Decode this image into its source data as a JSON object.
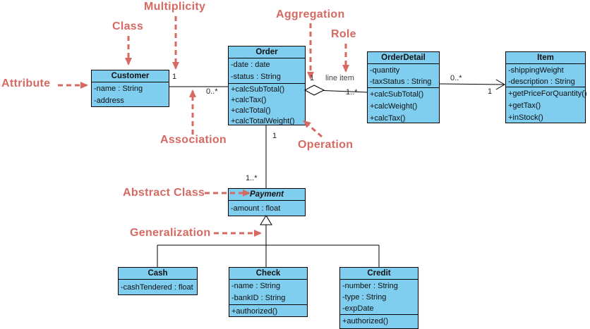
{
  "diagram": {
    "type": "uml-class-diagram",
    "colors": {
      "class_fill": "#7FCDEF",
      "class_border": "#000000",
      "class_text": "#111111",
      "annotation_red": "#D66A62",
      "connector_black": "#000000",
      "role_text": "#444444"
    }
  },
  "classes": [
    {
      "id": "customer",
      "title": "Customer",
      "abstract": false,
      "attributes": [
        "-name : String",
        "-address"
      ],
      "operations": []
    },
    {
      "id": "order",
      "title": "Order",
      "abstract": false,
      "attributes": [
        "-date : date",
        "-status : String"
      ],
      "operations": [
        "+calcSubTotal()",
        "+calcTax()",
        "+calcTotal()",
        "+calcTotalWeight()"
      ]
    },
    {
      "id": "order_detail",
      "title": "OrderDetail",
      "abstract": false,
      "attributes": [
        "-quantity",
        "-taxStatus : String"
      ],
      "operations": [
        "+calcSubTotal()",
        "+calcWeight()",
        "+calcTax()"
      ]
    },
    {
      "id": "item",
      "title": "Item",
      "abstract": false,
      "attributes": [
        "-shippingWeight",
        "-description : String"
      ],
      "operations": [
        "+getPriceForQuantity()",
        "+getTax()",
        "+inStock()"
      ]
    },
    {
      "id": "payment",
      "title": "Payment",
      "abstract": true,
      "attributes": [
        "-amount : float"
      ],
      "operations": []
    },
    {
      "id": "cash",
      "title": "Cash",
      "abstract": false,
      "attributes": [
        "-cashTendered : float"
      ],
      "operations": []
    },
    {
      "id": "check",
      "title": "Check",
      "abstract": false,
      "attributes": [
        "-name : String",
        "-bankID : String"
      ],
      "operations": [
        "+authorized()"
      ]
    },
    {
      "id": "credit",
      "title": "Credit",
      "abstract": false,
      "attributes": [
        "-number : String",
        "-type : String",
        "-expDate"
      ],
      "operations": [
        "+authorized()"
      ]
    }
  ],
  "annotations": {
    "multiplicity": "Multiplicity",
    "class": "Class",
    "aggregation": "Aggregation",
    "role": "Role",
    "attribute": "Attribute",
    "association": "Association",
    "operation": "Operation",
    "abstract_class": "Abstract Class",
    "generalization": "Generalization"
  },
  "connector_labels": {
    "customer_order_one": "1",
    "customer_order_many": "0..*",
    "order_diamond_one": "1",
    "role_name": "line item",
    "order_detail_many": "1..*",
    "detail_item_many": "0..*",
    "detail_item_one": "1",
    "order_payment_one": "1",
    "order_payment_many": "1..*"
  }
}
